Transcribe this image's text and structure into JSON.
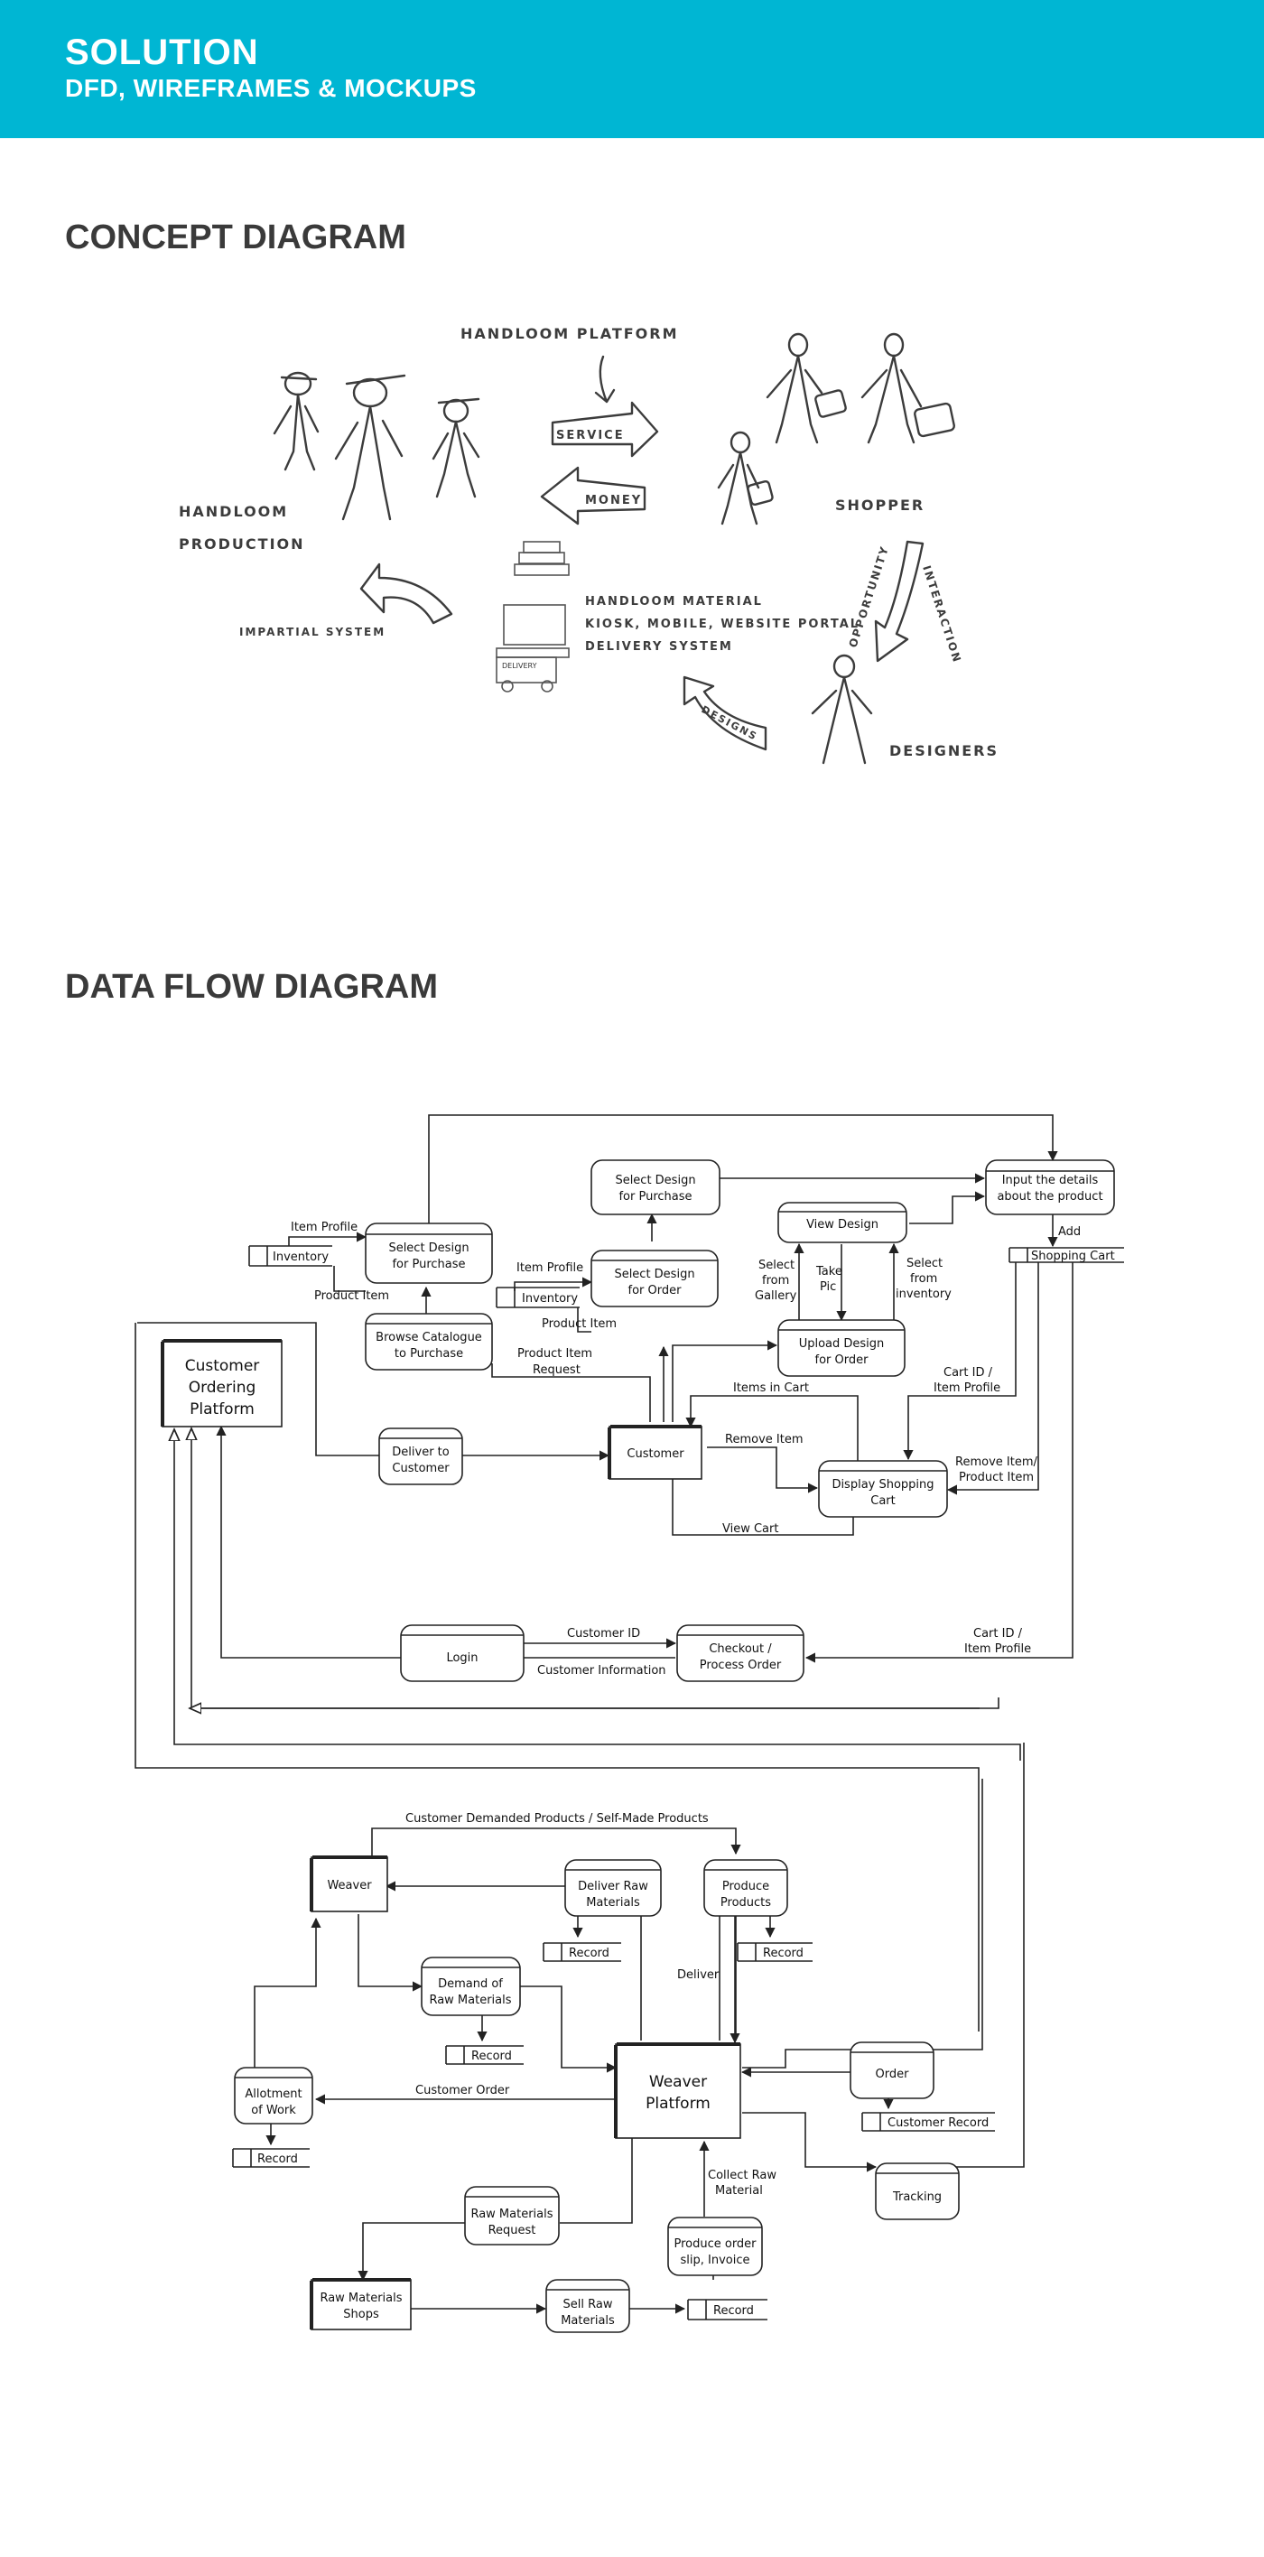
{
  "header": {
    "title": "SOLUTION",
    "subtitle": "DFD, WIREFRAMES & MOCKUPS",
    "color": "#00b6d3"
  },
  "concept": {
    "title": "CONCEPT DIAGRAM",
    "labels": {
      "platform": "HANDLOOM PLATFORM",
      "service": "SERVICE",
      "money": "MONEY",
      "shopper": "SHOPPER",
      "production_line1": "HANDLOOM",
      "production_line2": "PRODUCTION",
      "impartial": "IMPARTIAL SYSTEM",
      "material1": "HANDLOOM MATERIAL",
      "material2": "KIOSK, MOBILE, WEBSITE PORTAL",
      "material3": "DELIVERY SYSTEM",
      "delivery_truck": "DELIVERY",
      "opportunity": "OPPORTUNITY",
      "interaction": "INTERACTION",
      "designs": "DESIGNS",
      "designers": "DESIGNERS"
    }
  },
  "dfd": {
    "title": "DATA FLOW DIAGRAM",
    "processes": {
      "select_design_for_purchase_top": [
        "Select Design",
        "for Purchase"
      ],
      "input_details": [
        "Input the details",
        "about the product"
      ],
      "view_design": "View Design",
      "select_design_for_purchase_left": [
        "Select Design",
        "for Purchase"
      ],
      "select_design_for_order": [
        "Select Design",
        "for Order"
      ],
      "browse_catalogue": [
        "Browse Catalogue",
        "to Purchase"
      ],
      "upload_design": [
        "Upload Design",
        "for Order"
      ],
      "deliver_to_customer": [
        "Deliver to",
        "Customer"
      ],
      "display_cart": [
        "Display Shopping",
        "Cart"
      ],
      "login": "Login",
      "checkout": [
        "Checkout /",
        "Process Order"
      ],
      "deliver_raw_materials": [
        "Deliver Raw",
        "Materials"
      ],
      "produce_products": [
        "Produce",
        "Products"
      ],
      "demand_raw_materials": [
        "Demand of",
        "Raw Materials"
      ],
      "order": "Order",
      "allotment": [
        "Allotment",
        "of Work"
      ],
      "tracking": "Tracking",
      "raw_materials_request": [
        "Raw Materials",
        "Request"
      ],
      "produce_order_slip": [
        "Produce order",
        "slip, Invoice"
      ],
      "sell_raw_materials": [
        "Sell Raw",
        "Materials"
      ]
    },
    "entities": {
      "customer_platform": [
        "Customer",
        "Ordering",
        "Platform"
      ],
      "customer": "Customer",
      "weaver": "Weaver",
      "weaver_platform": [
        "Weaver",
        "Platform"
      ],
      "raw_materials_shops": [
        "Raw Materials",
        "Shops"
      ]
    },
    "stores": {
      "inventory_1": "Inventory",
      "inventory_2": "Inventory",
      "shopping_cart": "Shopping Cart",
      "record_1": "Record",
      "record_2": "Record",
      "record_3": "Record",
      "customer_record": "Customer Record",
      "record_4": "Record",
      "record_5": "Record"
    },
    "flows": {
      "item_profile_1": "Item Profile",
      "product_item_1": "Product Item",
      "item_profile_2": "Item Profile",
      "product_item_2": "Product Item",
      "product_item_request": [
        "Product Item",
        "Request"
      ],
      "add": "Add",
      "select_gallery": [
        "Select",
        "from",
        "Gallery"
      ],
      "take_pic": [
        "Take",
        "Pic"
      ],
      "select_inventory": [
        "Select",
        "from",
        "inventory"
      ],
      "cart_id_profile_1": [
        "Cart ID /",
        "Item Profile"
      ],
      "items_in_cart": "Items in Cart",
      "remove_item": "Remove Item",
      "remove_item_product": [
        "Remove Item/",
        "Product Item"
      ],
      "view_cart": "View Cart",
      "customer_id": "Customer ID",
      "customer_information": "Customer Information",
      "cart_id_profile_2": [
        "Cart ID /",
        "Item Profile"
      ],
      "customer_demanded": "Customer Demanded Products / Self-Made Products",
      "deliver": "Deliver",
      "customer_order": "Customer Order",
      "collect_raw_material": [
        "Collect Raw",
        "Material"
      ]
    }
  }
}
